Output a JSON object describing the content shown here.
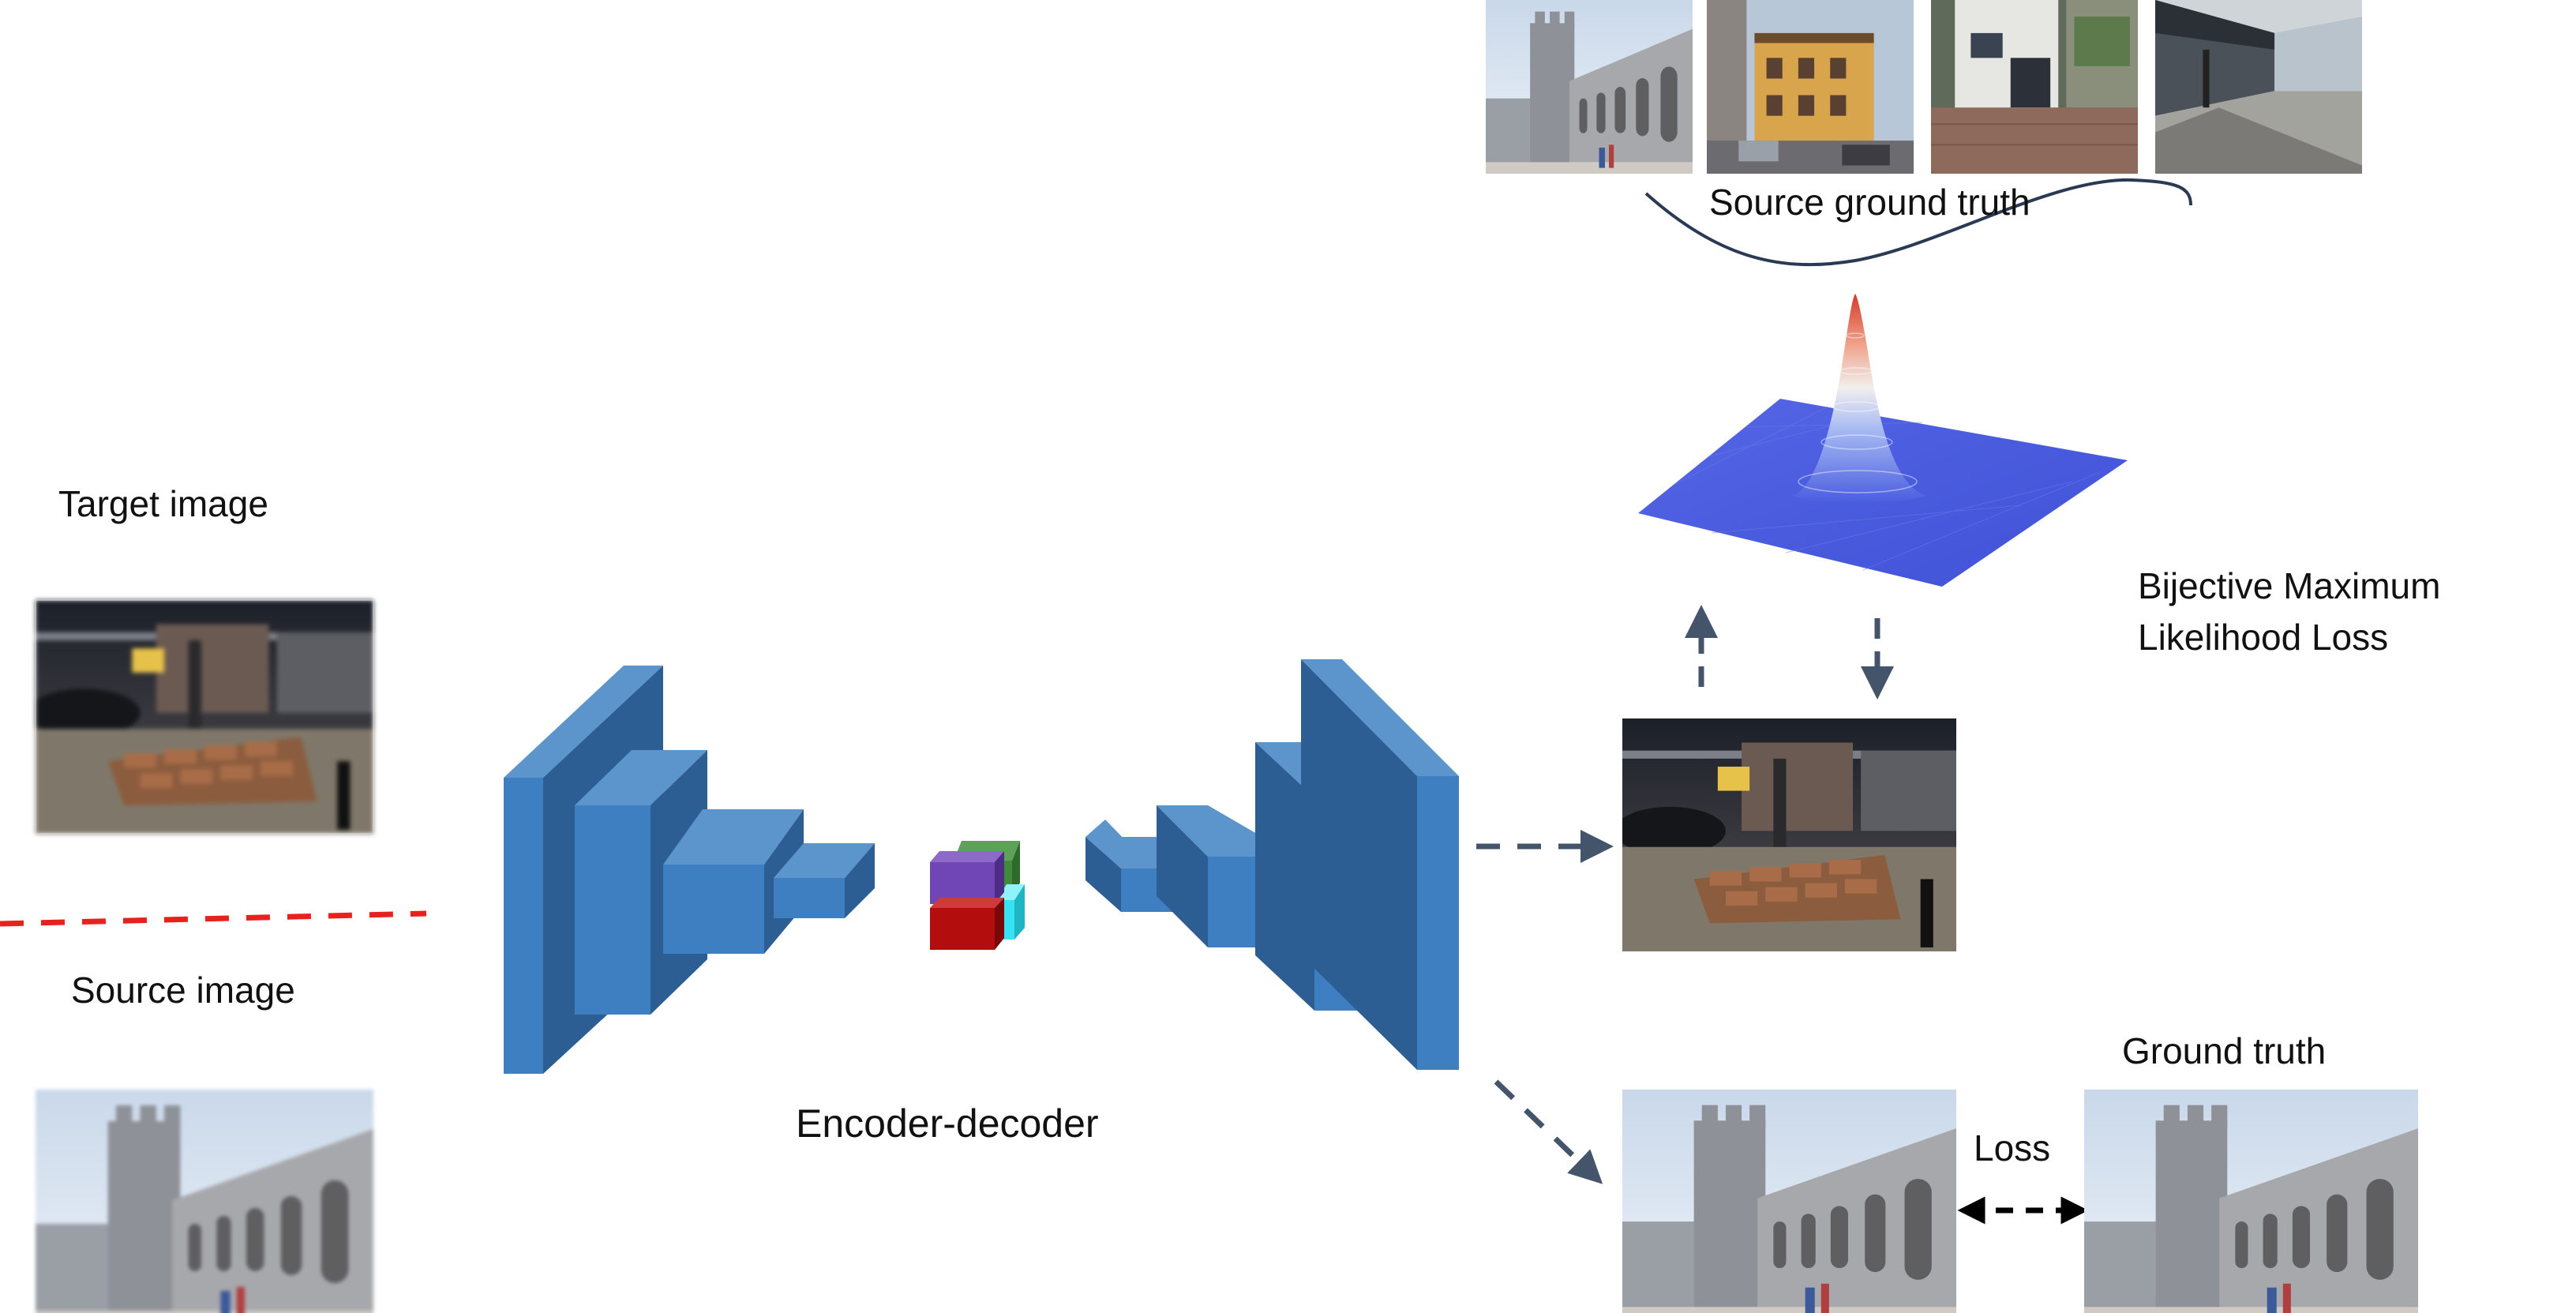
{
  "labels": {
    "target_image": "Target image",
    "source_image": "Source image",
    "encoder_decoder": "Encoder-decoder",
    "source_ground_truth": "Source ground truth",
    "loss_function": "Bijective Maximum\nLikelihood Loss",
    "ground_truth": "Ground truth",
    "loss": "Loss"
  },
  "colors": {
    "block_front": "#3e7fc2",
    "block_top": "#5c95cc",
    "block_side": "#2d5e93",
    "arrow": "#44546a",
    "domain_divider": "#e8201e",
    "latent_purple": "#7046b6",
    "latent_green": "#3f8b3c",
    "latent_red": "#b40d0d",
    "latent_cyan": "#36e3f2",
    "gaussian_base": "#4a5de0",
    "gaussian_peak": "#d63a2a"
  },
  "icons": {
    "target_image": "blurry-street-bricks-photo",
    "source_image": "blurry-mosque-facade-photo",
    "restored_target": "sharp-street-bricks-photo",
    "restored_source": "sharp-mosque-facade-photo",
    "ground_truth_image": "mosque-facade-photo",
    "source_gt_thumbnails": [
      "mosque-photo",
      "yellow-building-photo",
      "white-house-photo",
      "street-walkway-photo"
    ],
    "latent_code": "latent-cubes-icon",
    "distribution": "gaussian-surface-icon"
  }
}
